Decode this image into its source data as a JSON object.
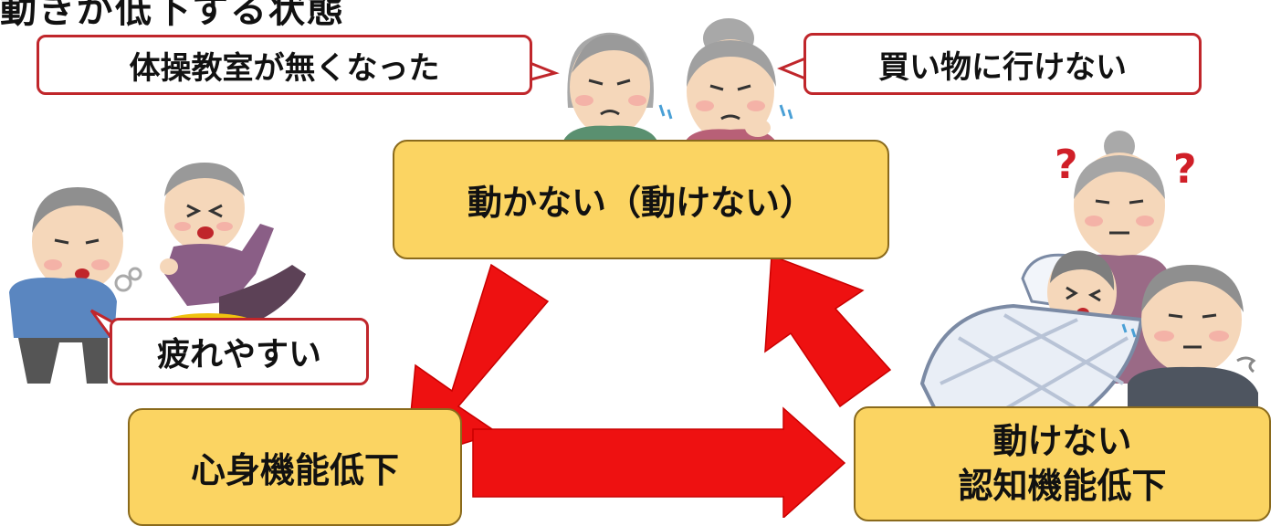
{
  "header": {
    "partial_title": "動きが低下する状態"
  },
  "bubbles": {
    "exercise_class": "体操教室が無くなった",
    "shopping": "買い物に行けない",
    "tired": "疲れやすい"
  },
  "cycle": {
    "not_moving": "動かない（動けない）",
    "mind_body_decline": "心身機能低下",
    "cannot_move": "動けない",
    "cognitive_decline": "認知機能低下"
  },
  "colors": {
    "box_fill": "#fbd462",
    "bubble_border": "#c0262b",
    "arrow": "#ee1111"
  },
  "illustrations": [
    "elderly-man-troubled-icon",
    "elderly-woman-troubled-icon",
    "elderly-man-tired-icon",
    "elderly-woman-falling-icon",
    "confused-elderly-woman-icon",
    "bedridden-elderly-man-icon",
    "elderly-man-sighing-icon"
  ]
}
